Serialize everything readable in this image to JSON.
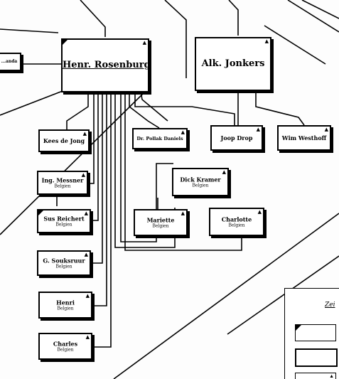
{
  "people": {
    "left_partial": "...anda",
    "henri": "Henr. Rosenburg",
    "alk": "Alk. Jonkers",
    "kees": "Kees de Jong",
    "ing": "Ing. Messner",
    "sus": "Sus Reichert",
    "gsouk": "G. Souksruur",
    "henri_child": "Henri",
    "charles": "Charles",
    "pollak": "Dr. Pollak Daniels",
    "joop": "Joop Drop",
    "wim": "Wim Westhoff",
    "dick": "Dick Kramer",
    "mariette": "Mariette",
    "charlotte": "Charlotte"
  },
  "country": "Belgien",
  "flag_glyph": "▲",
  "legend": {
    "title": "Zei"
  }
}
